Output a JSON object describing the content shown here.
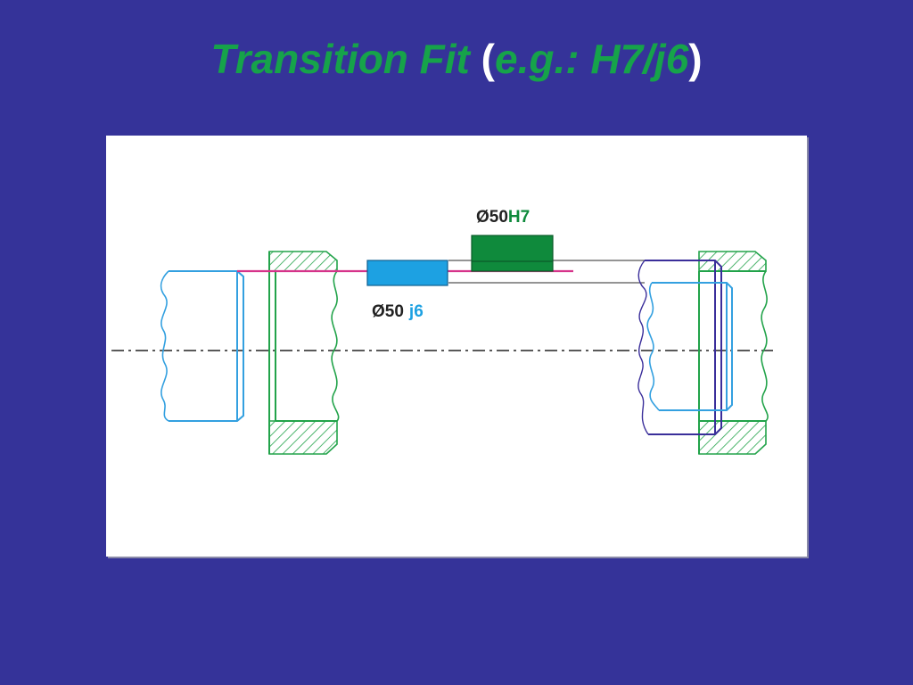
{
  "title": {
    "main": "Transition Fit",
    "paren_open": "(",
    "example": "e.g.: H7/j6",
    "paren_close": ")"
  },
  "diagram": {
    "hole_label": {
      "prefix": "Ø50",
      "grade": "H7"
    },
    "shaft_label": {
      "prefix": "Ø50",
      "grade": "j6"
    }
  },
  "colors": {
    "background": "#353399",
    "title": "#16a34a",
    "hole_tolerance": "#0f8a3c",
    "shaft_tolerance": "#1da1e2",
    "housing_outline": "#22a34a",
    "shaft_outline": "#33a0e0",
    "mating_outline": "#3a2e9a",
    "zero_line": "#d6338a",
    "centerline": "#222222"
  }
}
